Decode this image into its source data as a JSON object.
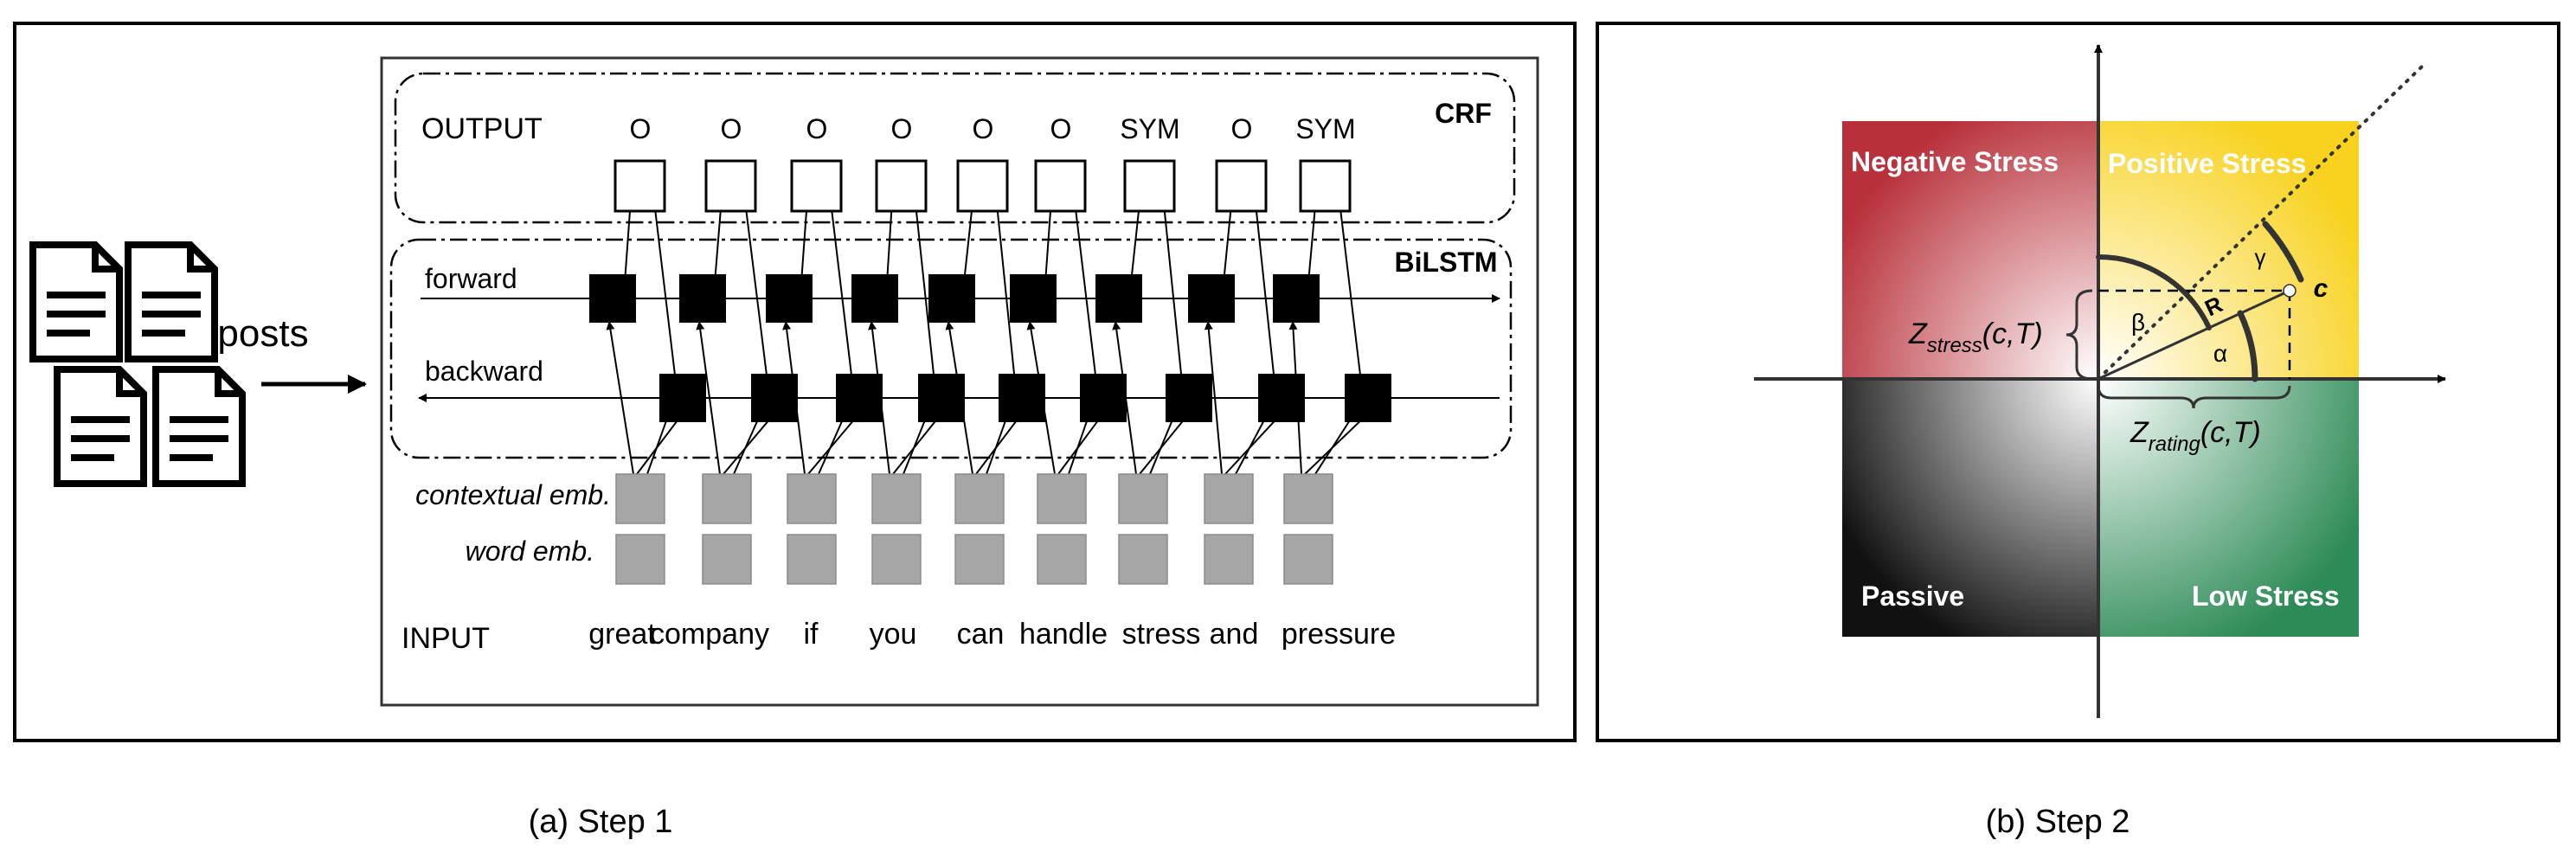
{
  "left_panel": {
    "caption": "(a) Step 1",
    "posts_label": "posts",
    "crf_label": "CRF",
    "bilstm_label": "BiLSTM",
    "output_label": "OUTPUT",
    "forward_label": "forward",
    "backward_label": "backward",
    "contextual_emb_label": "contextual emb.",
    "word_emb_label": "word emb.",
    "input_label": "INPUT",
    "tokens": [
      "great",
      "company",
      "if",
      "you",
      "can",
      "handle",
      "stress",
      "and",
      "pressure"
    ],
    "tags": [
      "O",
      "O",
      "O",
      "O",
      "O",
      "O",
      "SYM",
      "O",
      "SYM"
    ]
  },
  "right_panel": {
    "caption": "(b) Step 2",
    "quadrants": {
      "top_left": "Negative Stress",
      "top_right": "Positive Stress",
      "bottom_left": "Passive",
      "bottom_right": "Low Stress"
    },
    "point_label": "c",
    "radius_label": "R",
    "angle_alpha": "α",
    "angle_beta": "β",
    "angle_gamma": "γ",
    "z_stress": {
      "base": "Z",
      "sub": "stress",
      "args": "(c,T)"
    },
    "z_rating": {
      "base": "Z",
      "sub": "rating",
      "args": "(c,T)"
    },
    "colors": {
      "negative": "#b8303a",
      "positive": "#f8d21e",
      "passive": "#111111",
      "low": "#2e8b57"
    }
  }
}
